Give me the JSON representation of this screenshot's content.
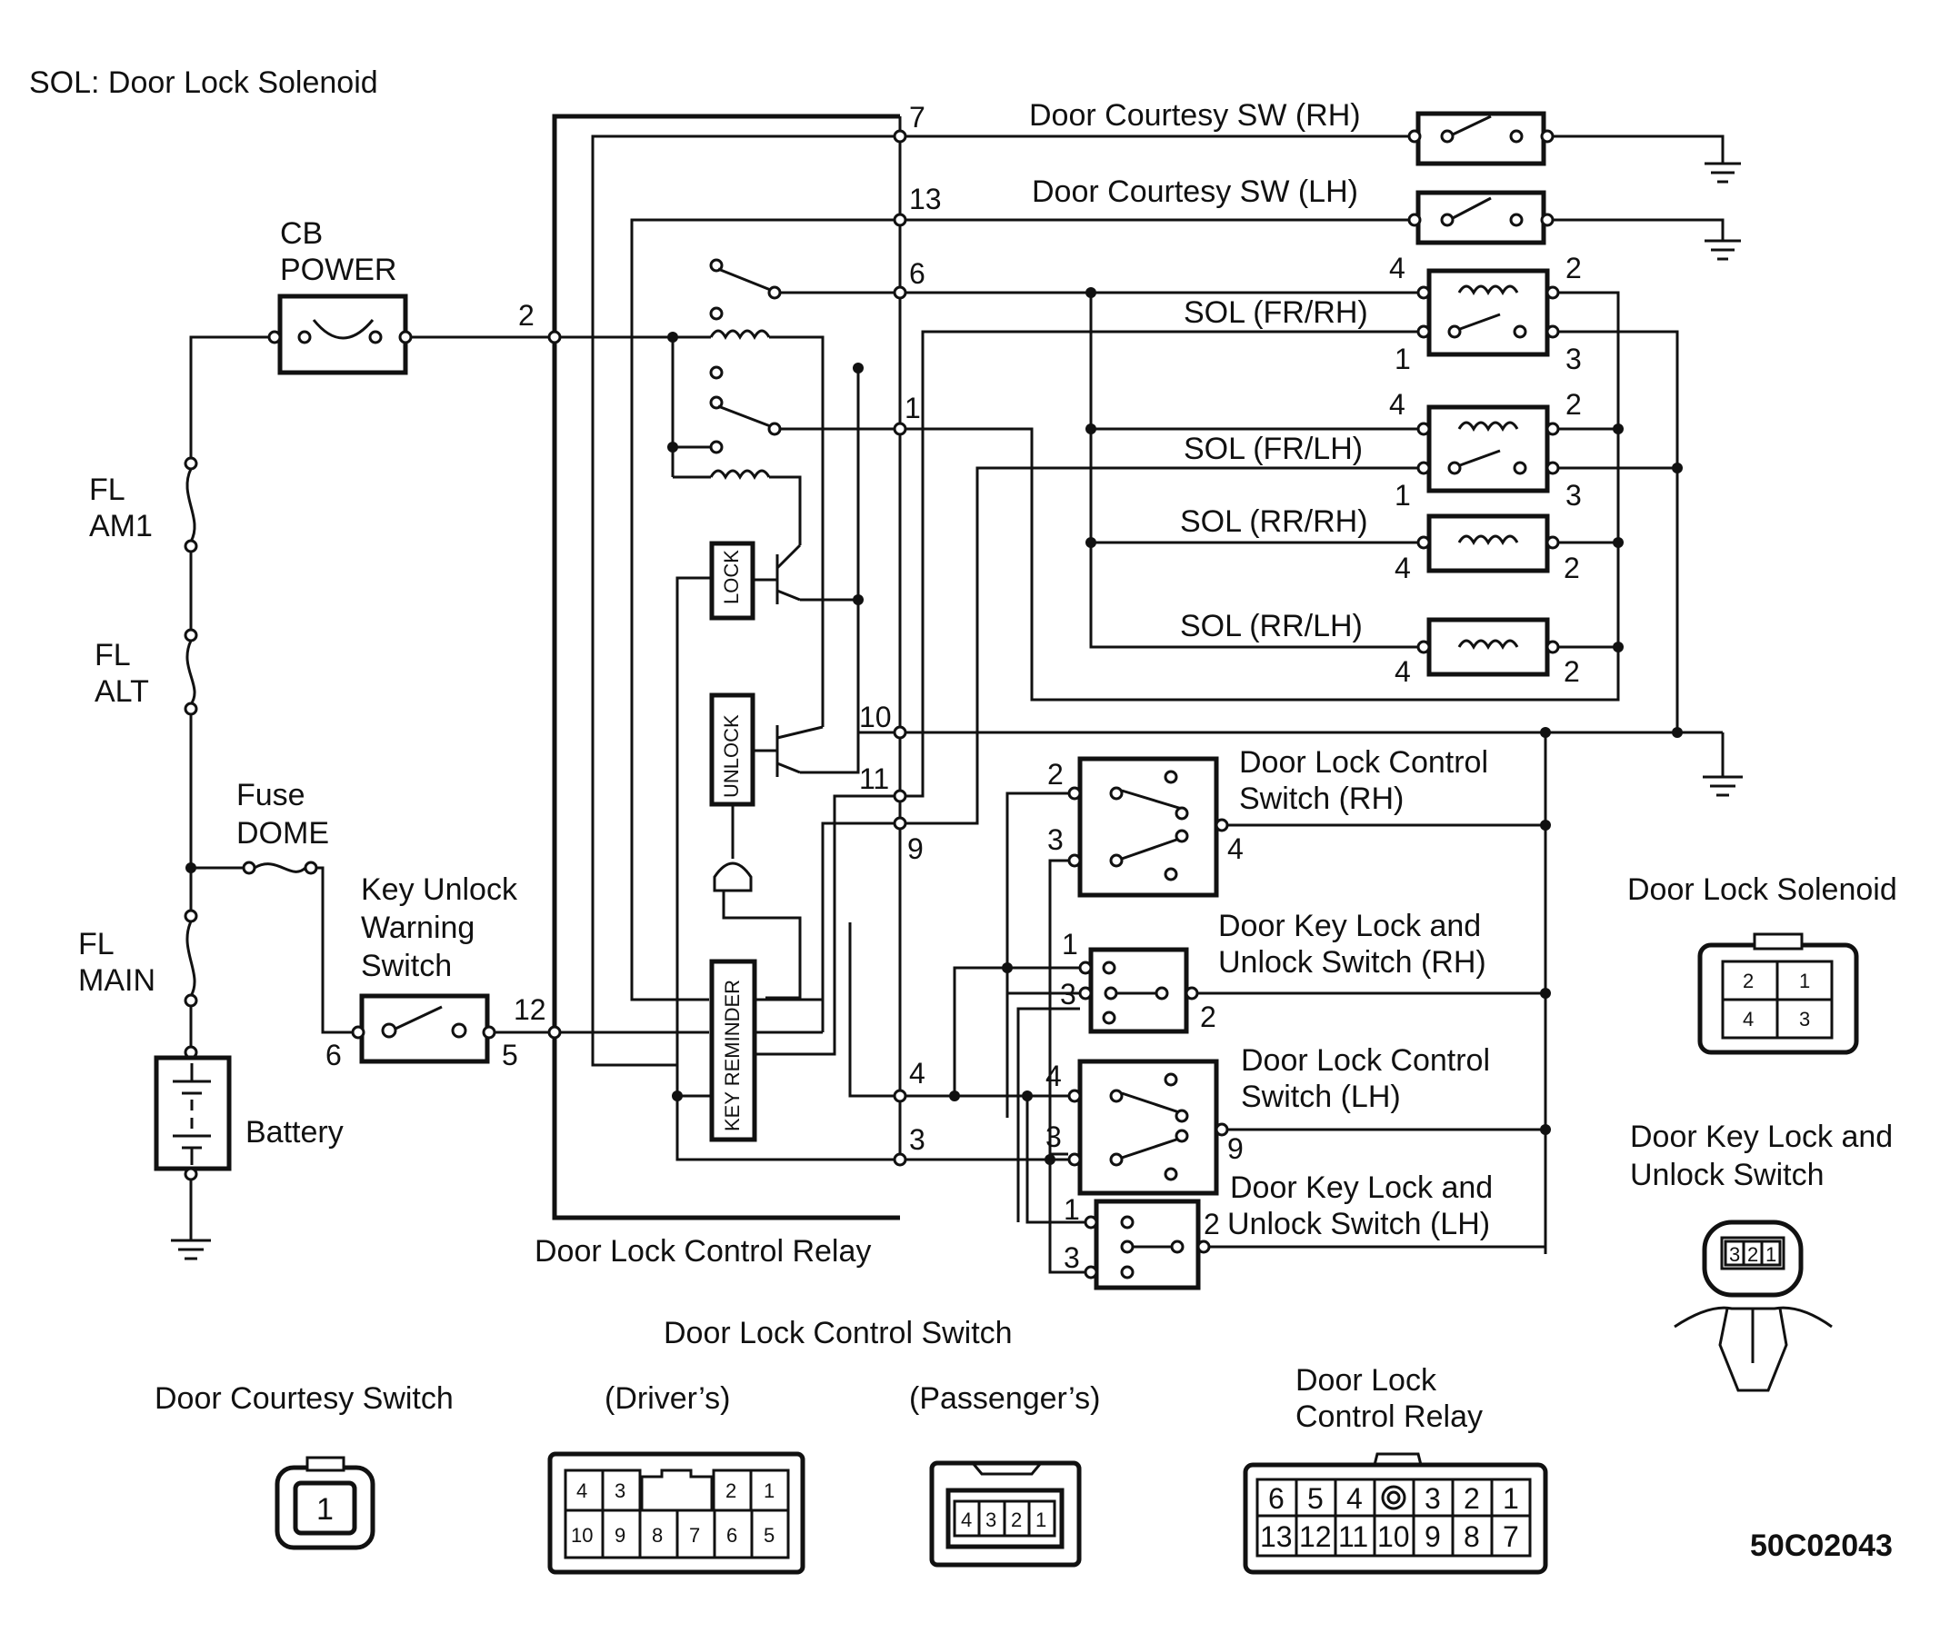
{
  "legend": {
    "sol": "SOL:  Door Lock Solenoid"
  },
  "power": {
    "cb_line1": "CB",
    "cb_line2": "POWER",
    "fl_am1_line1": "FL",
    "fl_am1_line2": "AM1",
    "fl_alt_line1": "FL",
    "fl_alt_line2": "ALT",
    "fuse_line1": "Fuse",
    "fuse_line2": "DOME",
    "fl_main_line1": "FL",
    "fl_main_line2": "MAIN",
    "battery": "Battery"
  },
  "key_unlock_switch": {
    "line1": "Key Unlock",
    "line2": "Warning",
    "line3": "Switch",
    "pin_left": "6",
    "pin_right": "5"
  },
  "relay": {
    "label": "Door Lock Control Relay",
    "lock": "LOCK",
    "unlock": "UNLOCK",
    "key_reminder": "KEY REMINDER",
    "pins": [
      "7",
      "13",
      "6",
      "2",
      "1",
      "10",
      "11",
      "9",
      "12",
      "4",
      "3"
    ]
  },
  "courtesy": {
    "rh": "Door Courtesy SW (RH)",
    "lh": "Door Courtesy SW (LH)"
  },
  "solenoids": {
    "fr_rh": "SOL (FR/RH)",
    "fr_lh": "SOL (FR/LH)",
    "rr_rh": "SOL (RR/RH)",
    "rr_lh": "SOL (RR/LH)",
    "pins": [
      "4",
      "2",
      "1",
      "3"
    ]
  },
  "control_switch_rh": {
    "line1": "Door Lock Control",
    "line2": "Switch (RH)",
    "pins": [
      "2",
      "3",
      "4"
    ]
  },
  "key_switch_rh": {
    "line1": "Door Key Lock and",
    "line2": "Unlock Switch (RH)",
    "pins": [
      "1",
      "3",
      "2"
    ]
  },
  "control_switch_lh": {
    "line1": "Door Lock Control",
    "line2": "Switch (LH)",
    "pins": [
      "4",
      "3",
      "9"
    ]
  },
  "key_switch_lh": {
    "line1": "Door Key Lock and",
    "line2": "Unlock Switch (LH)",
    "pins": [
      "1",
      "3",
      "2"
    ]
  },
  "connectors": {
    "door_lock_solenoid": {
      "title": "Door Lock Solenoid",
      "pins": [
        "2",
        "1",
        "4",
        "3"
      ]
    },
    "door_key_switch": {
      "title_line1": "Door Key Lock and",
      "title_line2": "Unlock Switch",
      "pins": [
        "3",
        "2",
        "1"
      ]
    },
    "door_courtesy_switch": {
      "title": "Door Courtesy Switch",
      "pins": [
        "1"
      ]
    },
    "control_switch_title": "Door Lock Control Switch",
    "drivers": {
      "title": "(Driver’s)",
      "top": [
        "4",
        "3",
        "2",
        "1"
      ],
      "bottom": [
        "10",
        "9",
        "8",
        "7",
        "6",
        "5"
      ]
    },
    "passengers": {
      "title": "(Passenger’s)",
      "pins": [
        "4",
        "3",
        "2",
        "1"
      ]
    },
    "relay": {
      "title_line1": "Door Lock",
      "title_line2": "Control Relay",
      "top": [
        "6",
        "5",
        "4",
        "3",
        "2",
        "1"
      ],
      "bottom": [
        "13",
        "12",
        "11",
        "10",
        "9",
        "8",
        "7"
      ]
    }
  },
  "code": "50C02043"
}
